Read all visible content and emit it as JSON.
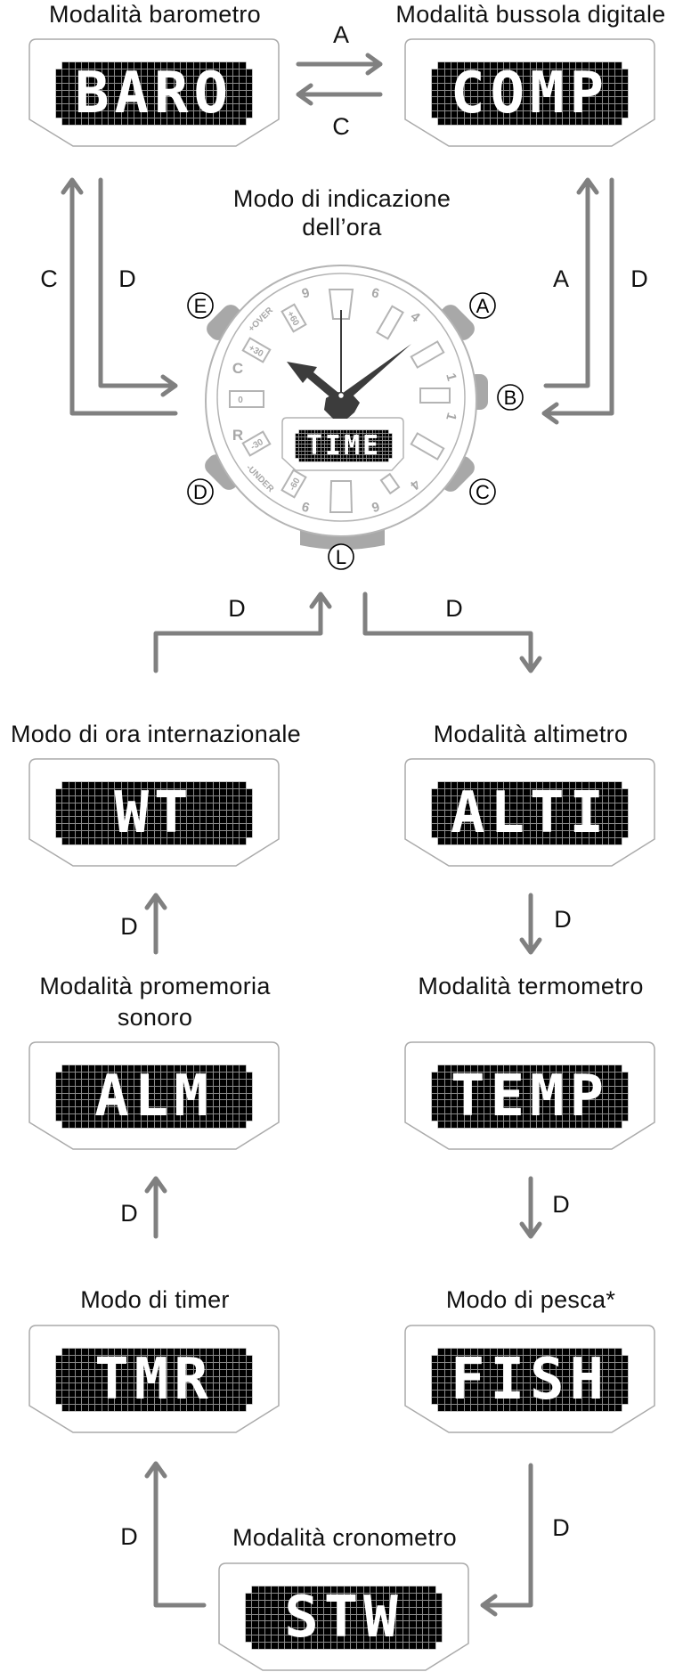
{
  "modes": {
    "barometer": {
      "title": "Modalità barometro",
      "lcd": "BARO"
    },
    "compass": {
      "title": "Modalità bussola digitale",
      "lcd": "COMP"
    },
    "timekeeping": {
      "title_line1": "Modo di indicazione",
      "title_line2": "dell’ora",
      "lcd": "TIME"
    },
    "world_time": {
      "title": "Modo di ora internazionale",
      "lcd": "WT"
    },
    "altimeter": {
      "title": "Modalità altimetro",
      "lcd": "ALTI"
    },
    "alarm": {
      "title_line1": "Modalità promemoria",
      "title_line2": "sonoro",
      "lcd": "ALM"
    },
    "thermometer": {
      "title": "Modalità termometro",
      "lcd": "TEMP"
    },
    "timer": {
      "title": "Modo di timer",
      "lcd": "TMR"
    },
    "fishing": {
      "title": "Modo di pesca*",
      "lcd": "FISH"
    },
    "stopwatch": {
      "title": "Modalità cronometro",
      "lcd": "STW"
    }
  },
  "arrow_labels": {
    "baro_to_comp": "A",
    "comp_to_baro": "C",
    "time_to_baro": "C",
    "baro_to_time": "D",
    "time_to_comp": "A",
    "comp_to_time": "D",
    "wt_to_time": "D",
    "time_to_alti": "D",
    "alm_to_wt": "D",
    "alti_to_temp": "D",
    "tmr_to_alm": "D",
    "temp_to_fish": "D",
    "stw_to_tmr": "D",
    "fish_to_stw": "D"
  },
  "watch": {
    "buttons": {
      "A": "A",
      "B": "B",
      "C": "C",
      "D": "D",
      "E": "E",
      "L": "L"
    },
    "dial_labels": {
      "top_left_9": "9",
      "top_6": "6",
      "top_4": "4",
      "right_1_upper": "1",
      "right_1_lower": "1",
      "bottom_4": "4",
      "bottom_6": "6",
      "bottom_left_9": "9",
      "c": "C",
      "r": "R",
      "over": "+OVER",
      "under": "-UNDER",
      "plus60": "+60",
      "plus30": "+30",
      "zero": "0",
      "minus30": "-30",
      "minus60": "-60"
    }
  },
  "colors": {
    "arrow": "#808080",
    "watch_outline": "#b4b4b4",
    "watch_buttons": "#a8a8a8",
    "hands": "#3c3c3c",
    "lcd_bg": "#000000",
    "lcd_on": "#ffffff"
  }
}
